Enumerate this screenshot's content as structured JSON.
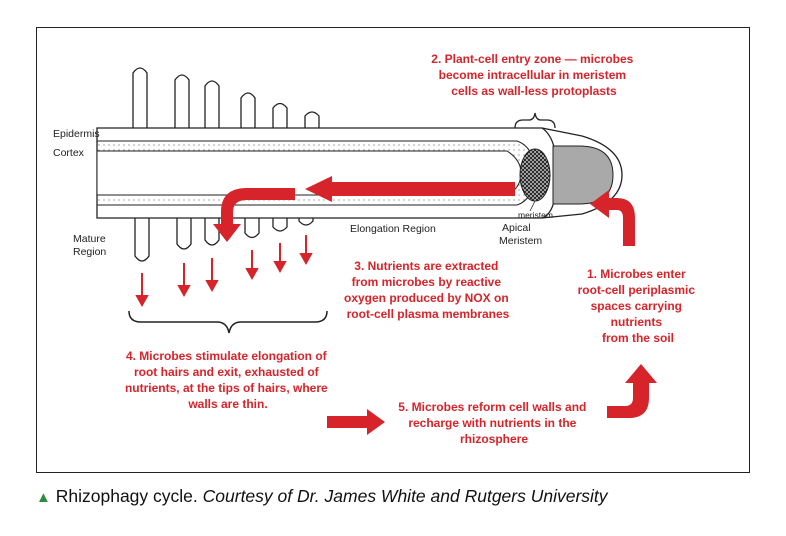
{
  "labels": {
    "epidermis": "Epidermis",
    "cortex": "Cortex",
    "mature_line1": "Mature",
    "mature_line2": "Region",
    "elongation": "Elongation Region",
    "meristem_small": "meristem",
    "apical_line1": "Apical",
    "apical_line2": "Meristem"
  },
  "steps": {
    "step1": [
      "1. Microbes enter",
      "root-cell periplasmic",
      "spaces carrying",
      "nutrients",
      "from the soil"
    ],
    "step2": [
      "2. Plant-cell entry zone — microbes",
      "become intracellular in meristem",
      "cells as wall-less protoplasts"
    ],
    "step3": [
      "3. Nutrients are extracted",
      "from microbes by reactive",
      "oxygen produced by NOX on",
      "root-cell plasma membranes"
    ],
    "step4": [
      "4. Microbes stimulate elongation of",
      "root hairs and exit, exhausted of",
      "nutrients, at the tips of hairs, where",
      "walls are thin."
    ],
    "step5": [
      "5. Microbes reform cell walls and",
      "recharge with nutrients in the",
      "rhizosphere"
    ]
  },
  "caption": {
    "marker": "▲",
    "text": "Rhizophagy cycle.",
    "credit": "Courtesy of Dr. James White and Rutgers University"
  },
  "colors": {
    "accent_red": "#d6242a",
    "marker_green": "#2e8b3e",
    "root_cap_gray": "#a9a9a9"
  }
}
